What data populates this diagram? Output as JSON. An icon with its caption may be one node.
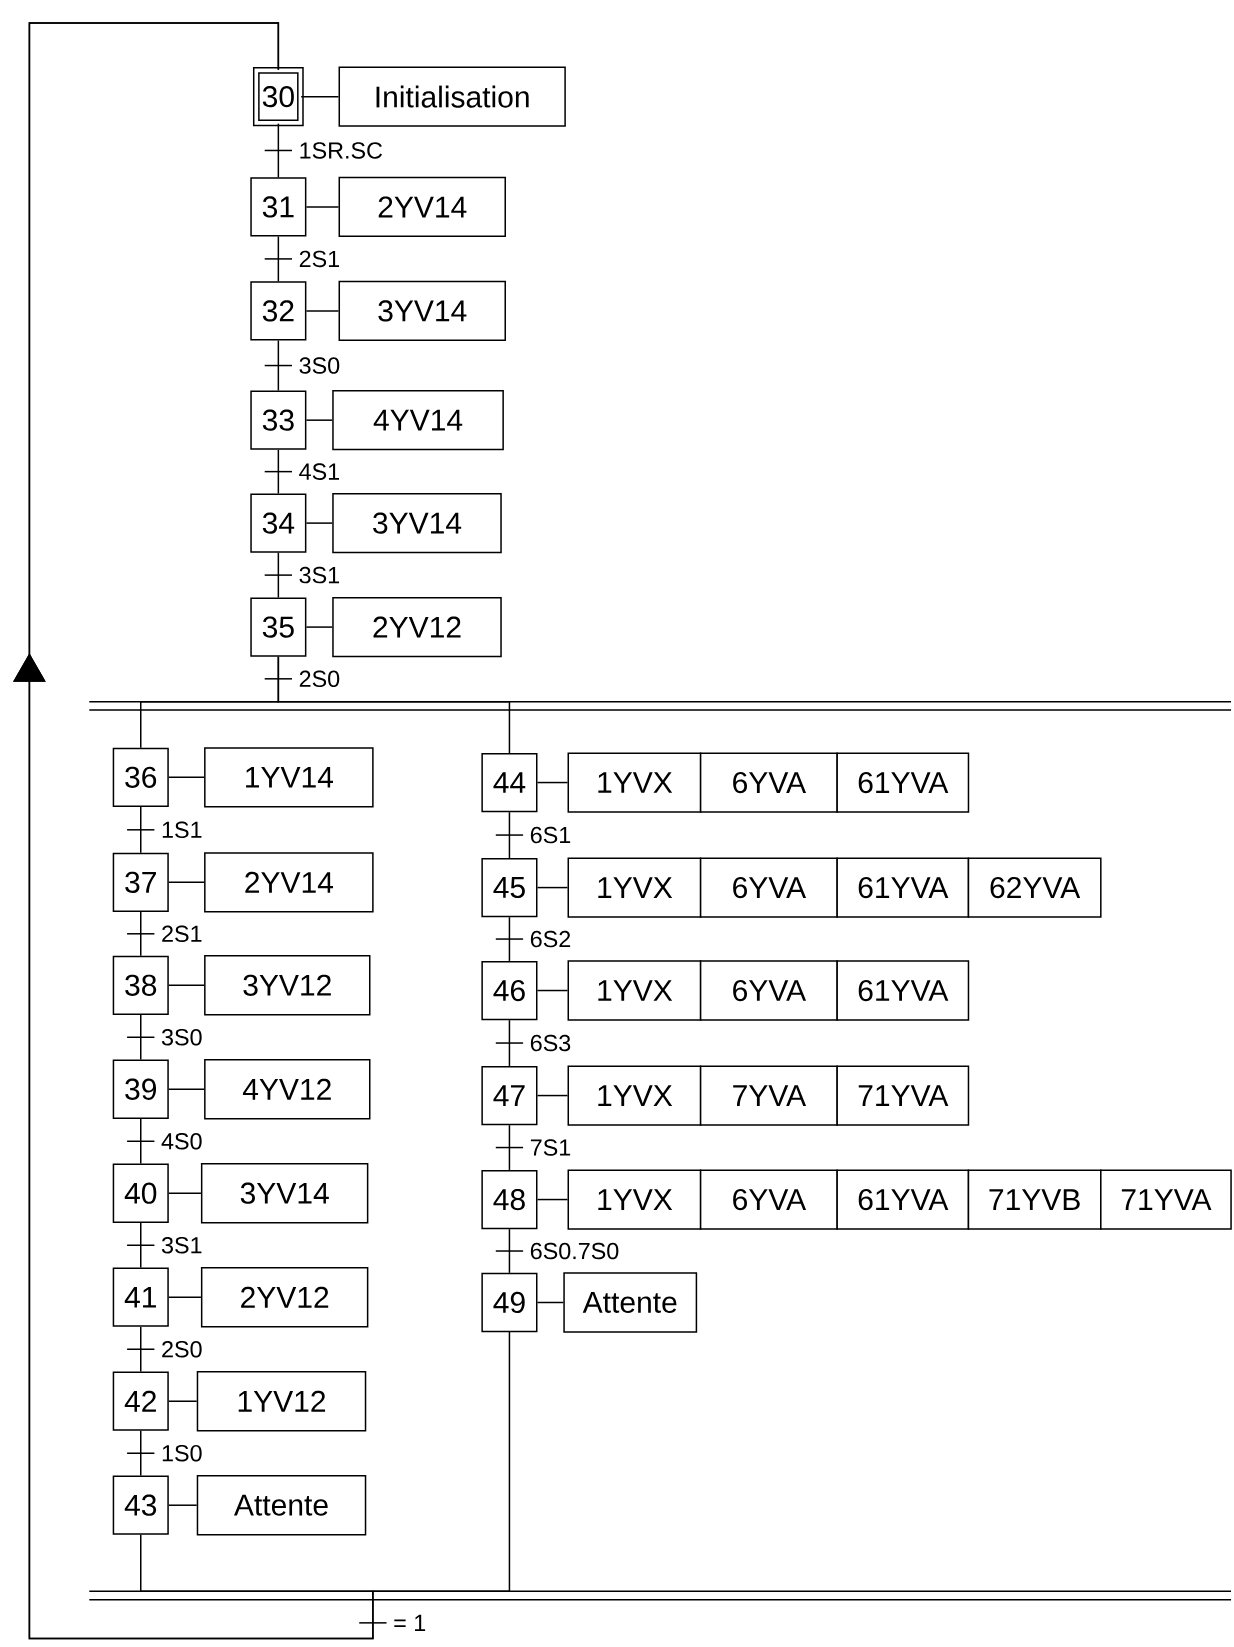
{
  "diagram": {
    "nodes": [
      {
        "text": [
          "30"
        ]
      },
      {
        "text": [
          "Initialisation"
        ]
      },
      {
        "text": [
          "31"
        ]
      },
      {
        "text": [
          "2YV14"
        ]
      },
      {
        "text": [
          "32"
        ]
      },
      {
        "text": [
          "3YV14"
        ]
      },
      {
        "text": [
          "33"
        ]
      },
      {
        "text": [
          "4YV14"
        ]
      },
      {
        "text": [
          "34"
        ]
      },
      {
        "text": [
          "3YV14"
        ]
      },
      {
        "text": [
          "35"
        ]
      },
      {
        "text": [
          "2YV12"
        ]
      },
      {
        "text": [
          "36"
        ]
      },
      {
        "text": [
          "1YV14"
        ]
      },
      {
        "text": [
          "37"
        ]
      },
      {
        "text": [
          "2YV14"
        ]
      },
      {
        "text": [
          "38"
        ]
      },
      {
        "text": [
          "3YV12"
        ]
      },
      {
        "text": [
          "39"
        ]
      },
      {
        "text": [
          "4YV12"
        ]
      },
      {
        "text": [
          "40"
        ]
      },
      {
        "text": [
          "3YV14"
        ]
      },
      {
        "text": [
          "41"
        ]
      },
      {
        "text": [
          "2YV12"
        ]
      },
      {
        "text": [
          "42"
        ]
      },
      {
        "text": [
          "1YV12"
        ]
      },
      {
        "text": [
          "43"
        ]
      },
      {
        "text": [
          "Attente"
        ]
      },
      {
        "text": [
          "44"
        ]
      },
      {
        "text": [
          "1YVX"
        ]
      },
      {
        "text": [
          "6YVA"
        ]
      },
      {
        "text": [
          "61YVA"
        ]
      },
      {
        "text": [
          "45"
        ]
      },
      {
        "text": [
          "1YVX"
        ]
      },
      {
        "text": [
          "6YVA"
        ]
      },
      {
        "text": [
          "61YVA"
        ]
      },
      {
        "text": [
          "62YVA"
        ]
      },
      {
        "text": [
          "46"
        ]
      },
      {
        "text": [
          "1YVX"
        ]
      },
      {
        "text": [
          "6YVA"
        ]
      },
      {
        "text": [
          "61YVA"
        ]
      },
      {
        "text": [
          "47"
        ]
      },
      {
        "text": [
          "1YVX"
        ]
      },
      {
        "text": [
          "7YVA"
        ]
      },
      {
        "text": [
          "71YVA"
        ]
      },
      {
        "text": [
          "48"
        ]
      },
      {
        "text": [
          "1YVX"
        ]
      },
      {
        "text": [
          "6YVA"
        ]
      },
      {
        "text": [
          "61YVA"
        ]
      },
      {
        "text": [
          "71YVB"
        ]
      },
      {
        "text": [
          "71YVA"
        ]
      },
      {
        "text": [
          "49"
        ]
      },
      {
        "text": [
          "Attente"
        ]
      }
    ],
    "edges": [
      {
        "from": 0,
        "to": 1,
        "arrow": "none"
      },
      {
        "from": 0,
        "to": 2,
        "arrow": "none",
        "label": "1SR.SC"
      },
      {
        "from": 2,
        "to": 3,
        "arrow": "none"
      },
      {
        "from": 2,
        "to": 4,
        "arrow": "none",
        "label": "2S1"
      },
      {
        "from": 4,
        "to": 5,
        "arrow": "none"
      },
      {
        "from": 4,
        "to": 6,
        "arrow": "none",
        "label": "3S0"
      },
      {
        "from": 6,
        "to": 7,
        "arrow": "none"
      },
      {
        "from": 6,
        "to": 8,
        "arrow": "none",
        "label": "4S1"
      },
      {
        "from": 8,
        "to": 9,
        "arrow": "none"
      },
      {
        "from": 8,
        "to": 10,
        "arrow": "none",
        "label": "3S1"
      },
      {
        "from": 10,
        "to": 11,
        "arrow": "none"
      },
      {
        "from": 10,
        "to": 12,
        "arrow": "none",
        "label": "2S0"
      },
      {
        "from": 10,
        "to": 28,
        "arrow": "none"
      },
      {
        "from": 12,
        "to": 13,
        "arrow": "none"
      },
      {
        "from": 12,
        "to": 14,
        "arrow": "none",
        "label": "1S1"
      },
      {
        "from": 14,
        "to": 15,
        "arrow": "none"
      },
      {
        "from": 14,
        "to": 16,
        "arrow": "none",
        "label": "2S1"
      },
      {
        "from": 16,
        "to": 17,
        "arrow": "none"
      },
      {
        "from": 16,
        "to": 18,
        "arrow": "none",
        "label": "3S0"
      },
      {
        "from": 18,
        "to": 19,
        "arrow": "none"
      },
      {
        "from": 18,
        "to": 20,
        "arrow": "none",
        "label": "4S0"
      },
      {
        "from": 20,
        "to": 21,
        "arrow": "none"
      },
      {
        "from": 20,
        "to": 22,
        "arrow": "none",
        "label": "3S1"
      },
      {
        "from": 22,
        "to": 23,
        "arrow": "none"
      },
      {
        "from": 22,
        "to": 24,
        "arrow": "none",
        "label": "2S0"
      },
      {
        "from": 24,
        "to": 25,
        "arrow": "none"
      },
      {
        "from": 24,
        "to": 26,
        "arrow": "none",
        "label": "1S0"
      },
      {
        "from": 26,
        "to": 27,
        "arrow": "none"
      },
      {
        "from": 28,
        "to": 29,
        "arrow": "none"
      },
      {
        "from": 28,
        "to": 32,
        "arrow": "none",
        "label": "6S1"
      },
      {
        "from": 32,
        "to": 33,
        "arrow": "none"
      },
      {
        "from": 32,
        "to": 37,
        "arrow": "none",
        "label": "6S2"
      },
      {
        "from": 37,
        "to": 38,
        "arrow": "none"
      },
      {
        "from": 37,
        "to": 41,
        "arrow": "none",
        "label": "6S3"
      },
      {
        "from": 41,
        "to": 42,
        "arrow": "none"
      },
      {
        "from": 41,
        "to": 45,
        "arrow": "none",
        "label": "7S1"
      },
      {
        "from": 45,
        "to": 46,
        "arrow": "none"
      },
      {
        "from": 45,
        "to": 51,
        "arrow": "none",
        "label": "6S0.7S0"
      },
      {
        "from": 51,
        "to": 52,
        "arrow": "none"
      },
      {
        "from": 26,
        "to": 0,
        "arrow": "to",
        "label": "= 1"
      },
      {
        "from": 51,
        "to": 0,
        "arrow": "to"
      }
    ]
  }
}
